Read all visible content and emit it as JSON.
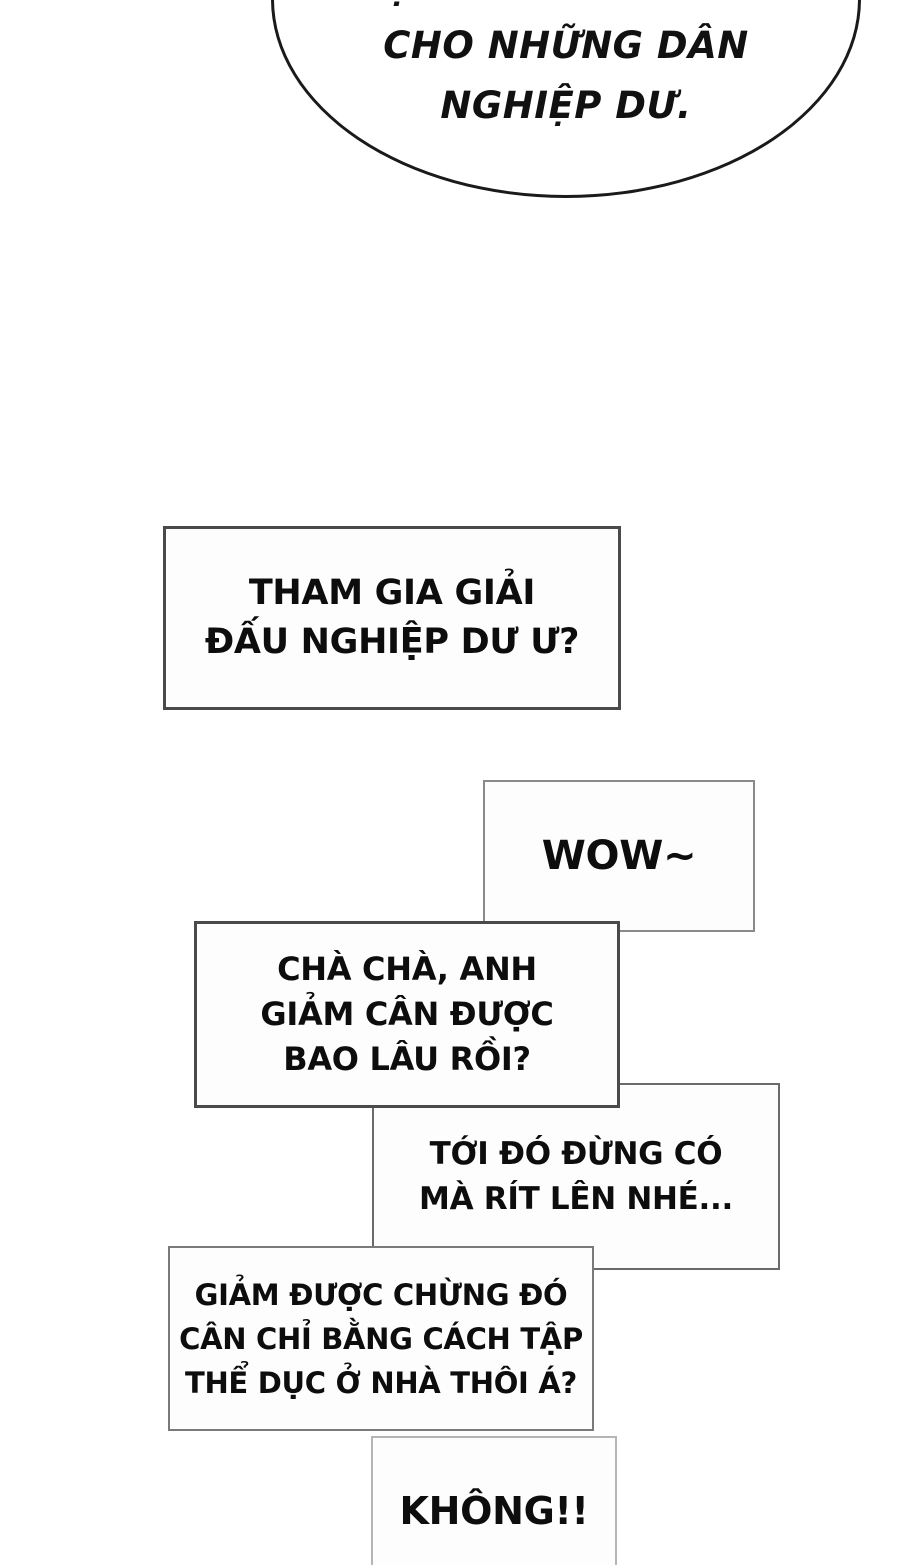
{
  "panel": {
    "background_color": "#ffffff",
    "ink_color": "#111111"
  },
  "speech_bubble": {
    "shape": "ellipse",
    "text": "MỘT GIẢI ĐẤU DÀNH\nCHO NHỮNG DÂN\nNGHIỆP DƯ.",
    "border_color": "#1a1a1a"
  },
  "caption_boxes": [
    {
      "id": "tham-gia",
      "text": "THAM GIA GIẢI\nĐẤU NGHIỆP DƯ Ư?",
      "border_color": "#4a4a4a",
      "fill_color": "#fdfdfd"
    },
    {
      "id": "wow",
      "text": "WOW~",
      "border_color": "#8a8a8a",
      "fill_color": "#fdfdfd"
    },
    {
      "id": "cha-cha",
      "text": "CHÀ CHÀ, ANH\nGIẢM CÂN ĐƯỢC\nBAO LÂU RỒI?",
      "border_color": "#4a4a4a",
      "fill_color": "#fdfdfd"
    },
    {
      "id": "toi-do",
      "text": "TỚI ĐÓ ĐỪNG CÓ\nMÀ RÍT LÊN NHÉ...",
      "border_color": "#6a6a6a",
      "fill_color": "#fdfdfd"
    },
    {
      "id": "giam-duoc",
      "text": "GIẢM ĐƯỢC CHỪNG ĐÓ\nCÂN CHỈ BẰNG CÁCH TẬP\nTHỂ DỤC Ở NHÀ THÔI Á?",
      "border_color": "#7a7a7a",
      "fill_color": "#fdfdfd"
    },
    {
      "id": "khong",
      "text": "KHÔNG!!",
      "border_color": "#b5b5b5",
      "fill_color": "#fdfdfd"
    }
  ]
}
